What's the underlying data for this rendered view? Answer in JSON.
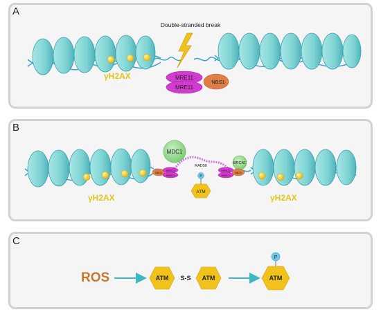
{
  "panels": [
    {
      "label": "A"
    },
    {
      "label": "B"
    },
    {
      "label": "C"
    }
  ],
  "panel_a": {
    "title": "Double-stranded break",
    "h2ax": "γH2AX",
    "mre11_top": "MRE11",
    "mre11_bottom": "MRE11",
    "nbs1": "NBS1"
  },
  "panel_b": {
    "mdc1": "MDC1",
    "brca1": "BRCA1",
    "rad50": "RAD50",
    "p": "P",
    "atm": "ATM",
    "h2ax_left": "γH2AX",
    "h2ax_right": "γH2AX",
    "nbs1_left": "NBS1",
    "mre11_left_top": "MRE11",
    "mre11_left_bottom": "MRE11",
    "nbs1_right": "NBS1",
    "mre11_right_top": "MRE11",
    "mre11_right_bottom": "MRE11"
  },
  "panel_c": {
    "ros": "ROS",
    "atm1": "ATM",
    "ss": "S-S",
    "atm2": "ATM",
    "atm3": "ATM",
    "p": "P"
  },
  "colors": {
    "nucleosome": "#7fd3d3",
    "dna": "#3aa3c9",
    "h2ax": "#e3c51a",
    "mre11": "#d23ad0",
    "nbs1": "#e07f45",
    "mdc1": "#86cf7e",
    "atm": "#f1c21b",
    "ros": "#c8782e",
    "arrow": "#3db9c4",
    "phospho": "#72c8ea"
  }
}
